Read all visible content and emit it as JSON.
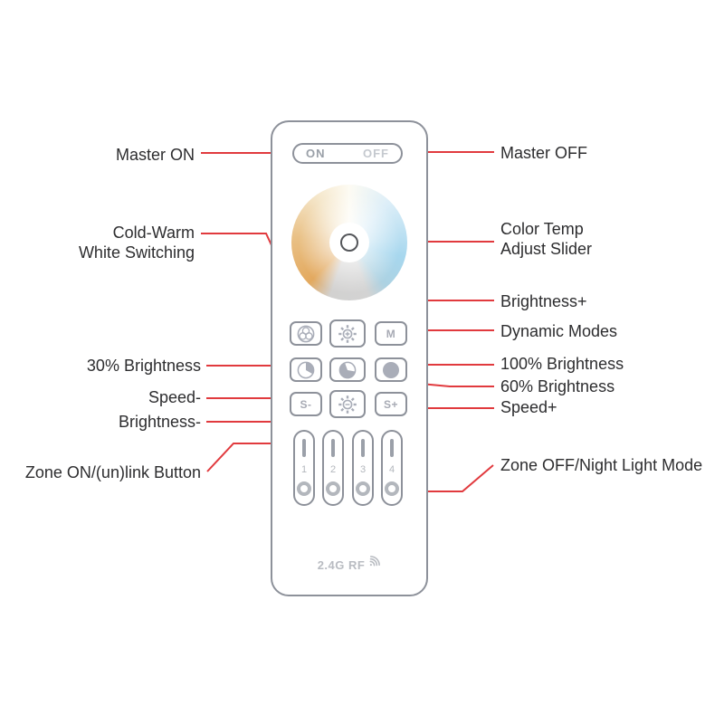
{
  "colors": {
    "accent_red": "#e13a3e",
    "body_border": "#8d919a",
    "icon_gray": "#a9adb8",
    "label_text": "#2d2d2f",
    "muted_text": "#b3b7bd",
    "btn_text": "#a7aab4"
  },
  "remote": {
    "power": {
      "on_label": "ON",
      "off_label": "OFF"
    },
    "buttons": {
      "mode_label": "M",
      "speed_minus_label": "S-",
      "speed_plus_label": "S+"
    },
    "zones": [
      {
        "number": "1"
      },
      {
        "number": "2"
      },
      {
        "number": "3"
      },
      {
        "number": "4"
      }
    ],
    "rf_label": "2.4G RF"
  },
  "callouts": {
    "master_on": "Master ON",
    "master_off": "Master OFF",
    "cold_warm": "Cold-Warm\nWhite Switching",
    "color_temp": "Color Temp\nAdjust Slider",
    "brightness_plus": "Brightness+",
    "dynamic_modes": "Dynamic Modes",
    "brightness_30": "30% Brightness",
    "brightness_100": "100% Brightness",
    "brightness_60": "60% Brightness",
    "speed_minus": "Speed-",
    "speed_plus": "Speed+",
    "brightness_minus": "Brightness-",
    "zone_on": "Zone ON/(un)link Button",
    "zone_off": "Zone OFF/Night Light Mode"
  }
}
